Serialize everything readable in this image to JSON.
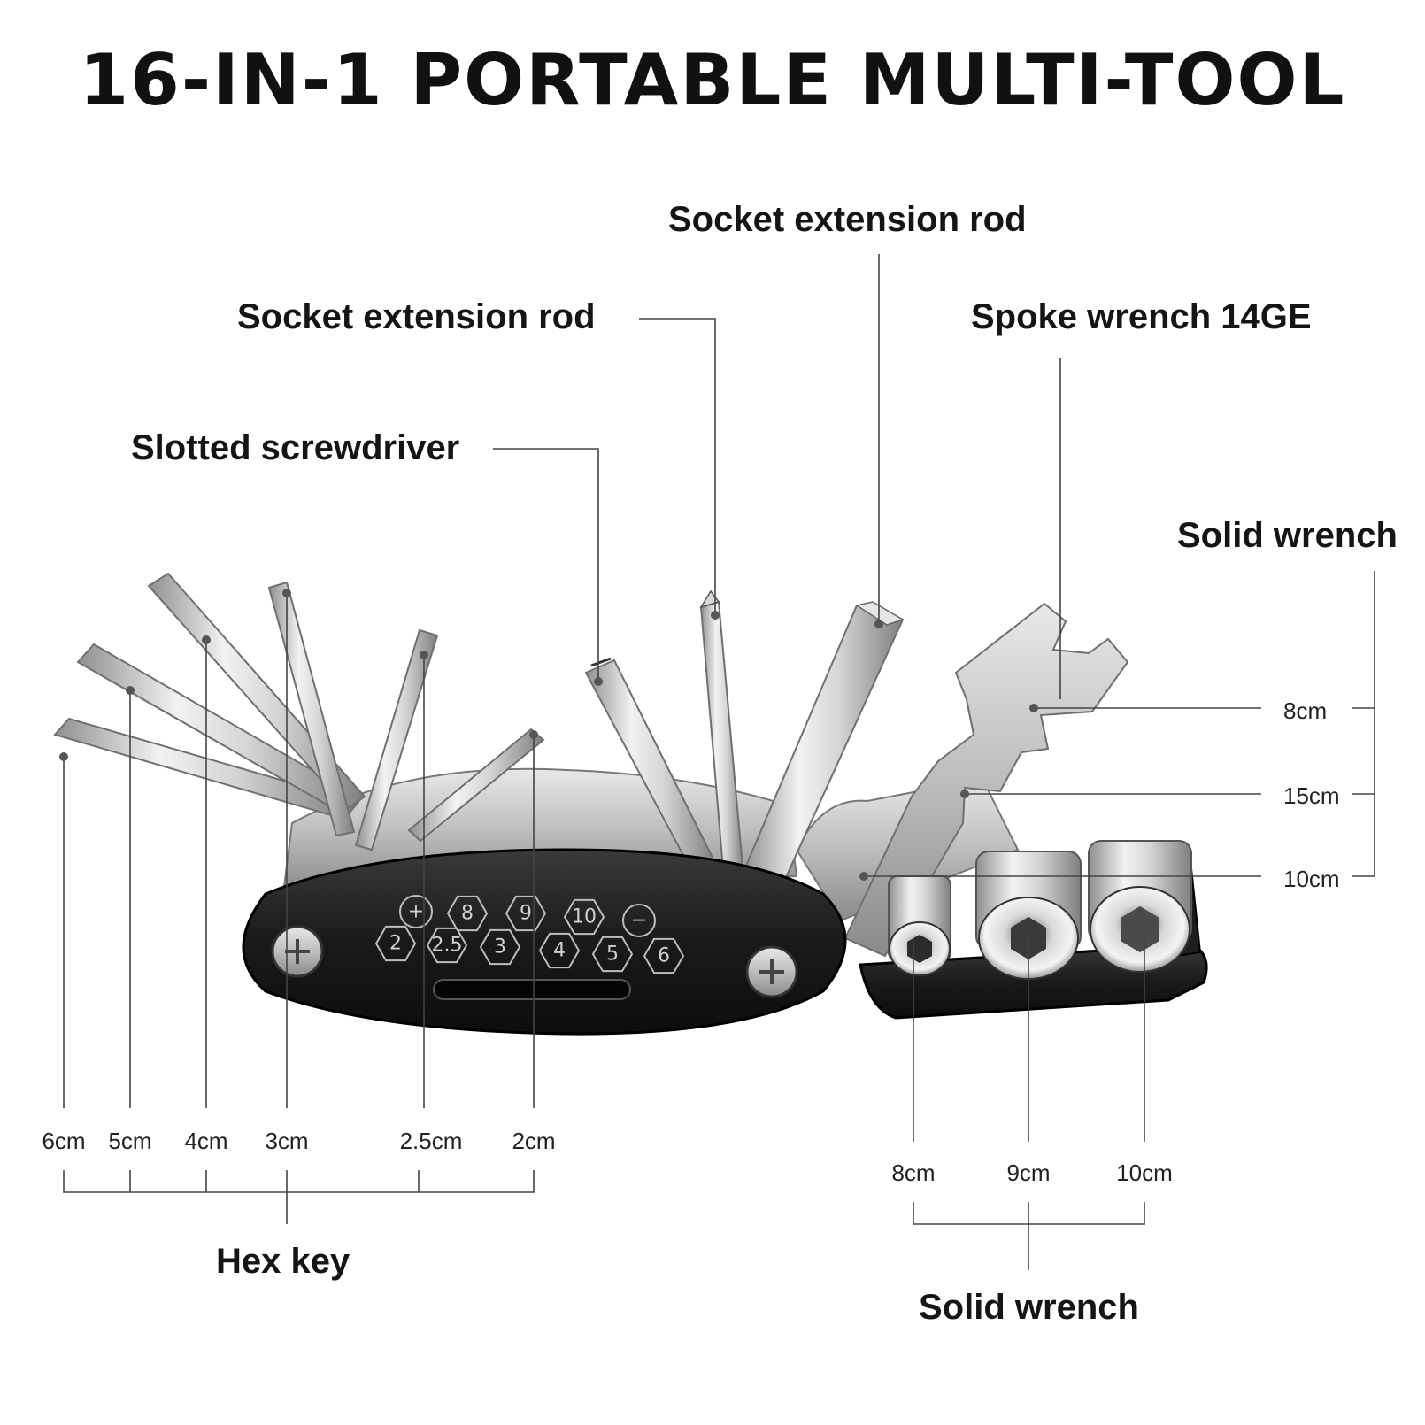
{
  "title": "16-IN-1 PORTABLE MULTI-TOOL",
  "callouts": {
    "socket_rod_top": "Socket extension rod",
    "socket_rod_left": "Socket extension rod",
    "spoke_wrench": "Spoke wrench 14GE",
    "slotted_screwdriver": "Slotted screwdriver",
    "solid_wrench_right": "Solid wrench"
  },
  "hex_key": {
    "label": "Hex key",
    "sizes": [
      "6cm",
      "5cm",
      "4cm",
      "3cm",
      "2.5cm",
      "2cm"
    ]
  },
  "solid_wrench_bottom": {
    "label": "Solid wrench",
    "sizes": [
      "8cm",
      "9cm",
      "10cm"
    ]
  },
  "solid_wrench_side_sizes": [
    "8cm",
    "15cm",
    "10cm"
  ],
  "handle_markings": {
    "top_row": [
      "+",
      "8",
      "9",
      "10",
      "−"
    ],
    "bottom_row": [
      "2",
      "2.5",
      "3",
      "4",
      "5",
      "6"
    ]
  },
  "colors": {
    "handle": "#1c1c1c",
    "steel": "#c8c8c8",
    "text": "#151515",
    "leader_line": "#444444"
  }
}
